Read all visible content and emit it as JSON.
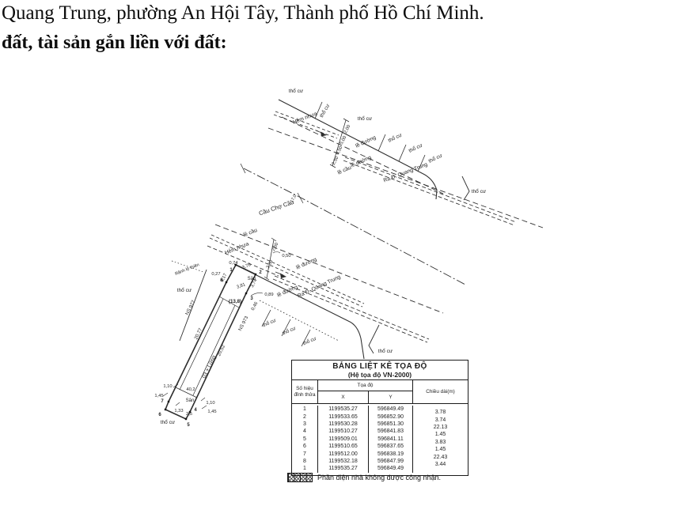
{
  "header": {
    "line1": "Quang Trung, phường An Hội Tây, Thành phố Hồ Chí Minh.",
    "line2": "đất, tài sản gắn liền với đất:"
  },
  "map": {
    "labels": {
      "tho_cu": "thổ cư",
      "hem_nhua": "Hẻm nhựa",
      "le_duong": "lề đường",
      "le_cau": "lề cầu",
      "ra_duong_quang_trung": "Ra Đ. Quang Trung",
      "cau_cho_cau": "Cầu Chợ Cầu",
      "ranh_lo_thien": "Rãnh lộ thiên",
      "ns_977": "NS 977",
      "ns_973": "NS 973",
      "san": "Sân",
      "house_type": "03 + Lửng",
      "area_13_8": "(13,8)",
      "area_40_2": "40,2",
      "bend_label": "17,0"
    },
    "dims": {
      "d_0_74": "0,74",
      "d_0_27": "0,27",
      "d_3_17": "3,17",
      "d_3_78": "3,78",
      "d_3_74": "3,74",
      "d_3_81": "3,81",
      "d_0_89": "0,89",
      "d_0_46": "0,46",
      "d_20_77": "20,77",
      "d_20_52": "20,52",
      "d_1_10": "1,10",
      "d_1_45": "1,45",
      "d_1_33": "1,33",
      "d_2_5": "2,5",
      "d_2_00": "2,00",
      "d_5_00": "5,00",
      "d_0_50": "0,50",
      "d_2_50": "2,50",
      "d_3_50": "3,50"
    },
    "vertices": {
      "v1": "1",
      "v2": "2",
      "v3": "3",
      "v4": "4",
      "v5": "5",
      "v6": "6",
      "v7": "7",
      "v8": "8"
    }
  },
  "table": {
    "title": "BẢNG LIỆT KÊ TỌA ĐỘ",
    "subtitle": "(Hệ tọa độ VN-2000)",
    "col_point_id": "Số hiệu đỉnh thửa",
    "col_coords": "Tọa độ",
    "col_x": "X",
    "col_y": "Y",
    "col_length": "Chiều dài(m)",
    "rows": [
      {
        "id": "1",
        "x": "1199535.27",
        "y": "596849.49",
        "length": "3.78"
      },
      {
        "id": "2",
        "x": "1199533.65",
        "y": "596852.90",
        "length": "3.74"
      },
      {
        "id": "3",
        "x": "1199530.28",
        "y": "596851.30",
        "length": "22.13"
      },
      {
        "id": "4",
        "x": "1199510.27",
        "y": "596841.83",
        "length": "1.45"
      },
      {
        "id": "5",
        "x": "1199509.01",
        "y": "596841.11",
        "length": "3.83"
      },
      {
        "id": "6",
        "x": "1199510.65",
        "y": "596837.65",
        "length": "1.45"
      },
      {
        "id": "7",
        "x": "1199512.00",
        "y": "596838.19",
        "length": "22.43"
      },
      {
        "id": "8",
        "x": "1199532.18",
        "y": "596847.99",
        "length": "3.44"
      },
      {
        "id": "1",
        "x": "1199535.27",
        "y": "596849.49",
        "length": ""
      }
    ]
  },
  "legend": {
    "text": "Phần diện nhà không được công nhận."
  }
}
